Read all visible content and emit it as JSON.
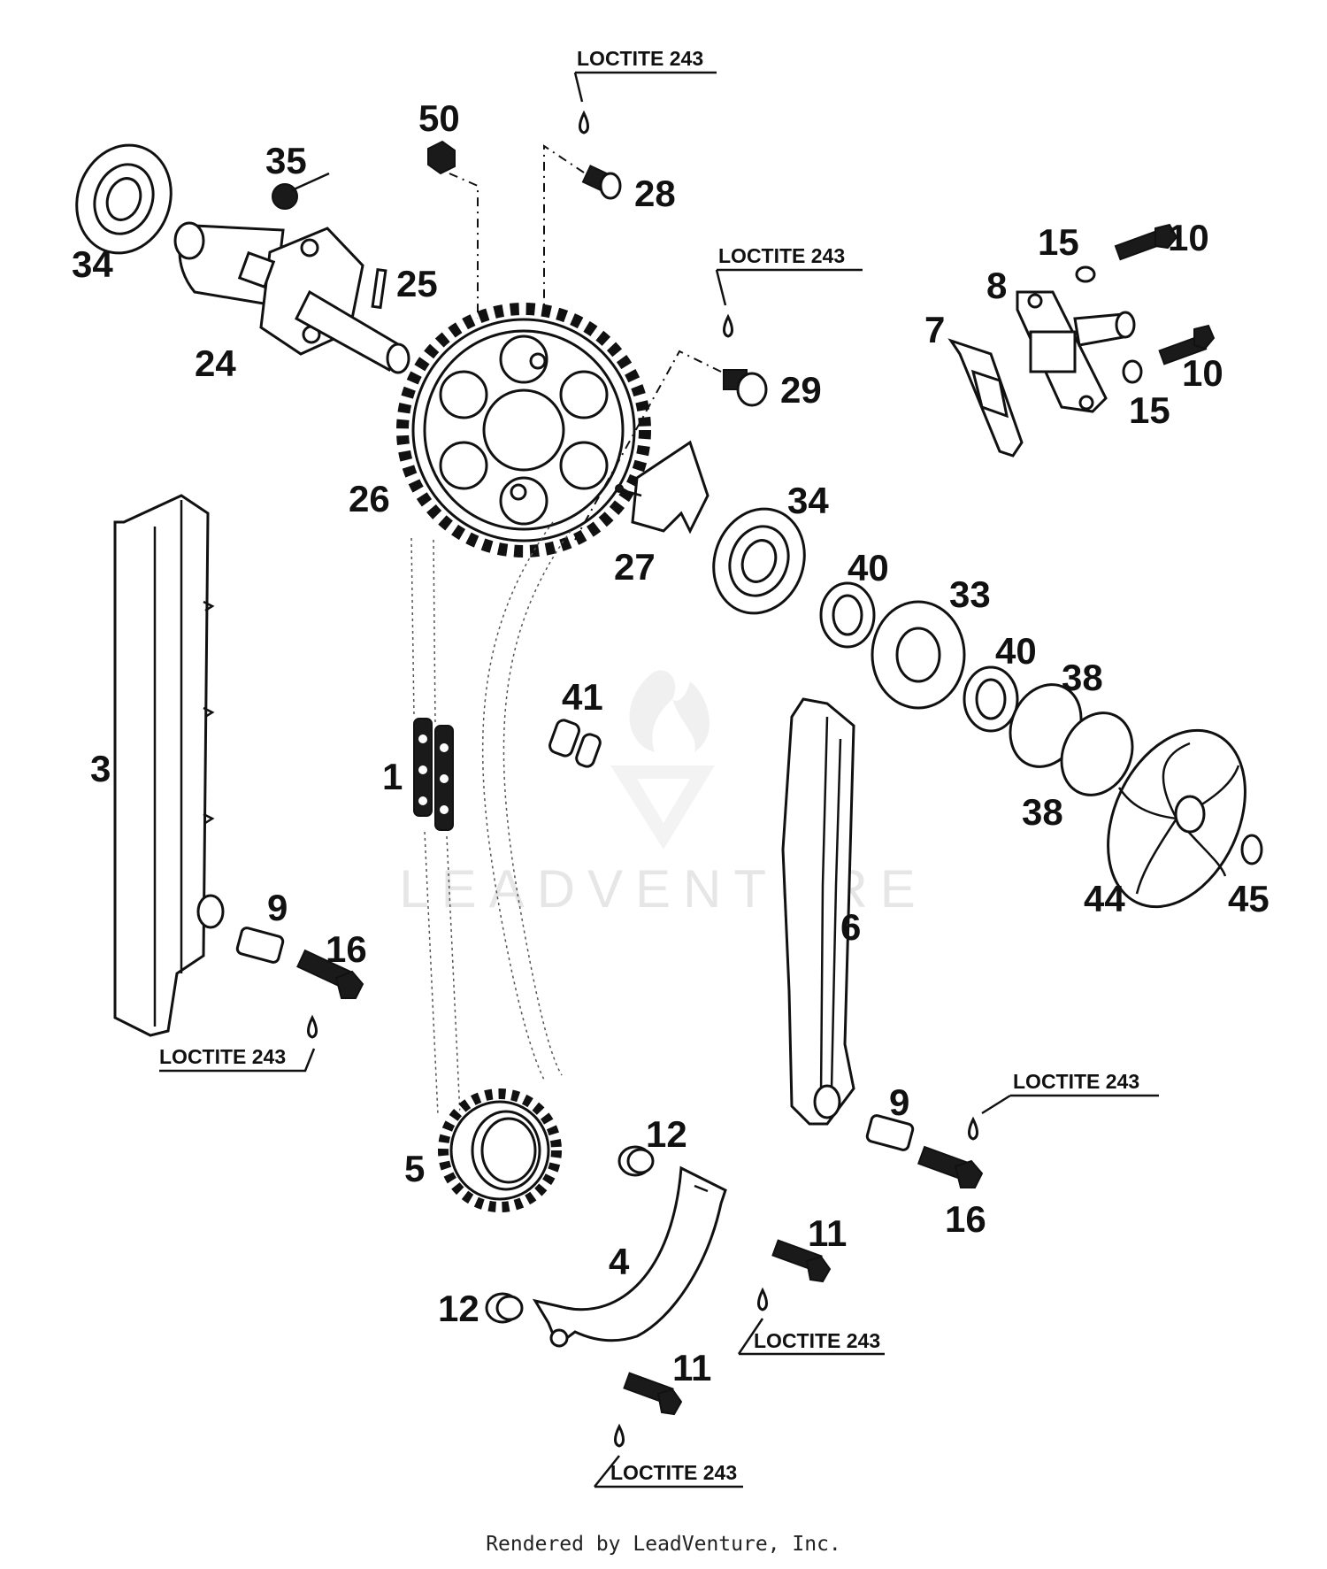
{
  "watermark": {
    "brand": "LEADVENTURE"
  },
  "footer": "Rendered by LeadVenture, Inc.",
  "loctite_label": "LOCTITE 243",
  "callouts": {
    "p1": "1",
    "p3": "3",
    "p4": "4",
    "p5": "5",
    "p6": "6",
    "p7": "7",
    "p8": "8",
    "p9a": "9",
    "p9b": "9",
    "p10a": "10",
    "p10b": "10",
    "p11a": "11",
    "p11b": "11",
    "p12a": "12",
    "p12b": "12",
    "p15a": "15",
    "p15b": "15",
    "p16a": "16",
    "p16b": "16",
    "p24": "24",
    "p25": "25",
    "p26": "26",
    "p27": "27",
    "p28": "28",
    "p29": "29",
    "p33": "33",
    "p34a": "34",
    "p34b": "34",
    "p35": "35",
    "p38a": "38",
    "p38b": "38",
    "p40a": "40",
    "p40b": "40",
    "p41": "41",
    "p44": "44",
    "p45": "45",
    "p50": "50"
  }
}
